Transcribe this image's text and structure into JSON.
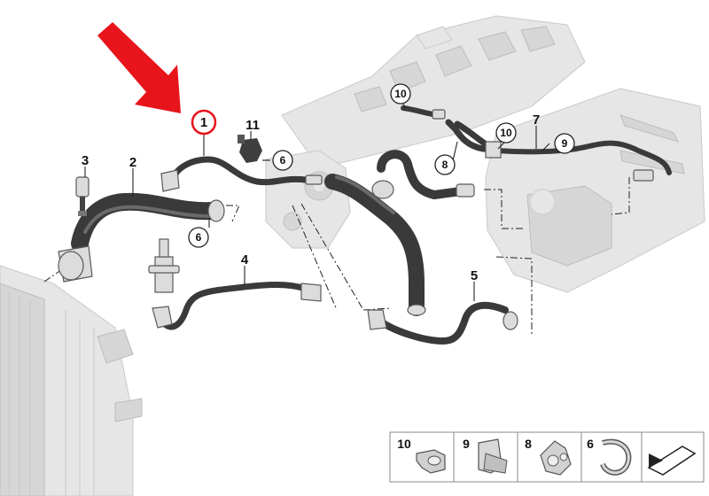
{
  "callouts": {
    "c1": "1",
    "c2": "2",
    "c3": "3",
    "c4": "4",
    "c5": "5",
    "c6a": "6",
    "c6b": "6",
    "c7": "7",
    "c8": "8",
    "c9": "9",
    "c10a": "10",
    "c10b": "10",
    "c11": "11"
  },
  "legend": {
    "items": [
      {
        "label": "10",
        "icon": "hose-clamp-icon"
      },
      {
        "label": "9",
        "icon": "hose-clip-icon"
      },
      {
        "label": "8",
        "icon": "double-clip-icon"
      },
      {
        "label": "6",
        "icon": "spring-clip-icon"
      }
    ],
    "last_icon": "continuation-arrow-icon"
  },
  "colors": {
    "highlight": "#e8141b",
    "hose": "#3a3a3a",
    "ghost": "#e6e6e6"
  }
}
